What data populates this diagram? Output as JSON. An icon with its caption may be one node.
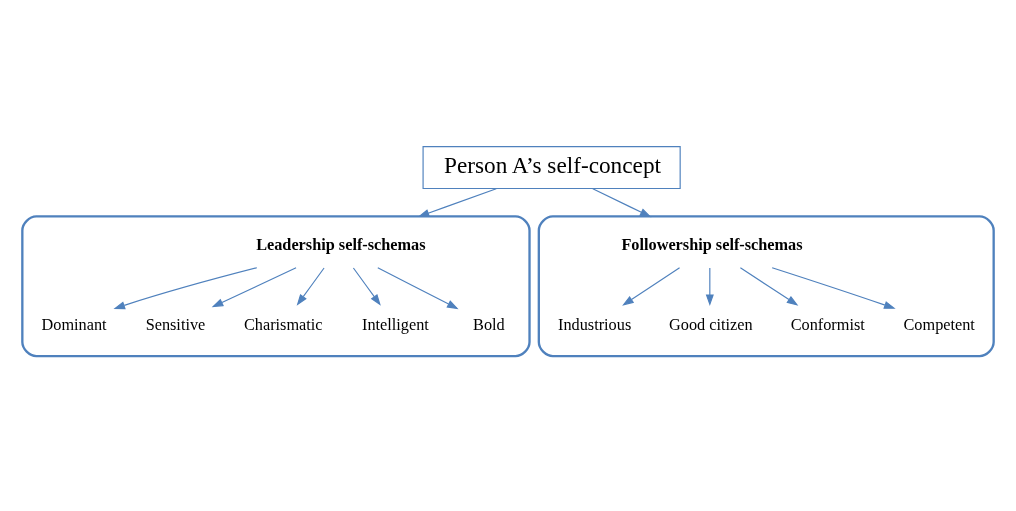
{
  "diagram": {
    "nodes": [
      {
        "text": [
          "Person A’s self-concept"
        ]
      },
      {
        "text": [],
        "shape": "ellipse"
      },
      {
        "text": [
          "Leadership self-schemas"
        ],
        "in": 1
      },
      {
        "text": [
          "Dominant"
        ],
        "in": 1
      },
      {
        "text": [
          "Sensitive"
        ],
        "in": 1
      },
      {
        "text": [
          "Charismatic"
        ],
        "in": 1
      },
      {
        "text": [
          "Intelligent"
        ],
        "in": 1
      },
      {
        "text": [
          "Bold"
        ],
        "in": 1
      },
      {
        "text": [],
        "shape": "ellipse"
      },
      {
        "text": [
          "Followership self-schemas"
        ],
        "in": 8
      },
      {
        "text": [
          "Industrious"
        ],
        "in": 8
      },
      {
        "text": [
          "Good citizen"
        ],
        "in": 8
      },
      {
        "text": [
          "Conformist"
        ],
        "in": 8
      },
      {
        "text": [
          "Competent"
        ],
        "in": 8
      }
    ],
    "edges": [
      {
        "from": 0,
        "to": 1,
        "arrow": "to"
      },
      {
        "from": 0,
        "to": 8,
        "arrow": "to"
      },
      {
        "from": 2,
        "to": 3,
        "arrow": "to"
      },
      {
        "from": 2,
        "to": 4,
        "arrow": "to"
      },
      {
        "from": 2,
        "to": 5,
        "arrow": "to"
      },
      {
        "from": 2,
        "to": 6,
        "arrow": "to"
      },
      {
        "from": 2,
        "to": 7,
        "arrow": "to"
      },
      {
        "from": 9,
        "to": 10,
        "arrow": "to"
      },
      {
        "from": 9,
        "to": 11,
        "arrow": "to"
      },
      {
        "from": 9,
        "to": 12,
        "arrow": "to"
      },
      {
        "from": 9,
        "to": 13,
        "arrow": "to"
      }
    ]
  }
}
